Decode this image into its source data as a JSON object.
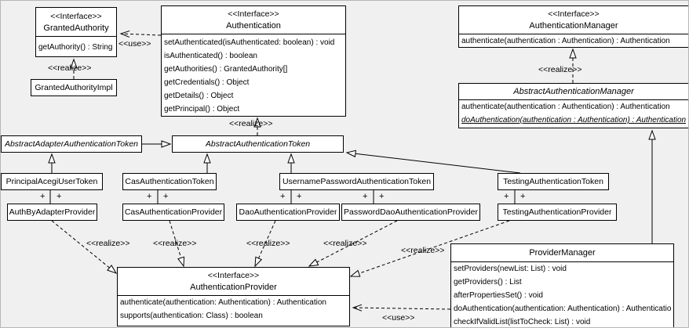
{
  "window": {
    "background": "#f0f0f0",
    "box_fill": "#ffffff",
    "line_color": "#000000"
  },
  "labels": {
    "use": "<<use>>",
    "realize": "<<realize>>",
    "plus": "+"
  },
  "classes": {
    "granted_authority": {
      "stereotype": "<<Interface>>",
      "name": "GrantedAuthority",
      "methods": [
        "getAuthority() : String"
      ]
    },
    "granted_authority_impl": {
      "name": "GrantedAuthorityImpl"
    },
    "authentication": {
      "stereotype": "<<Interface>>",
      "name": "Authentication",
      "methods": [
        "setAuthenticated(isAuthenticated: boolean) : void",
        "isAuthenticated() : boolean",
        "getAuthorities() : GrantedAuthority[]",
        "getCredentials() : Object",
        "getDetails() : Object",
        "getPrincipal() : Object"
      ]
    },
    "authentication_manager": {
      "stereotype": "<<Interface>>",
      "name": "AuthenticationManager",
      "methods": [
        "authenticate(authentication : Authentication) : Authentication"
      ]
    },
    "abstract_authentication_manager": {
      "name": "AbstractAuthenticationManager",
      "methods": [
        "authenticate(authentication : Authentication) : Authentication",
        "doAuthentication(authentication : Authentication) : Authentication"
      ]
    },
    "abstract_adapter_authentication_token": {
      "name": "AbstractAdapterAuthenticationToken"
    },
    "abstract_authentication_token": {
      "name": "AbstractAuthenticationToken"
    },
    "principal_acegi_user_token": {
      "name": "PrincipalAcegiUserToken"
    },
    "cas_authentication_token": {
      "name": "CasAuthenticationToken"
    },
    "username_password_authentication_token": {
      "name": "UsernamePasswordAuthenticationToken"
    },
    "testing_authentication_token": {
      "name": "TestingAuthenticationToken"
    },
    "auth_by_adapter_provider": {
      "name": "AuthByAdapterProvider"
    },
    "cas_authentication_provider": {
      "name": "CasAuthenticationProvider"
    },
    "dao_authentication_provider": {
      "name": "DaoAuthenticationProvider"
    },
    "password_dao_authentication_provider": {
      "name": "PasswordDaoAuthenticationProvider"
    },
    "testing_authentication_provider": {
      "name": "TestingAuthenticationProvider"
    },
    "authentication_provider": {
      "stereotype": "<<Interface>>",
      "name": "AuthenticationProvider",
      "methods": [
        "authenticate(authentication: Authentication) : Authentication",
        "supports(authentication: Class) : boolean"
      ]
    },
    "provider_manager": {
      "name": "ProviderManager",
      "methods": [
        "setProviders(newList: List) : void",
        "getProviders() : List",
        "afterPropertiesSet() : void",
        "doAuthentication(authentication: Authentication) : Authentication",
        "checkIfValidList(listToCheck: List) : void"
      ]
    }
  }
}
